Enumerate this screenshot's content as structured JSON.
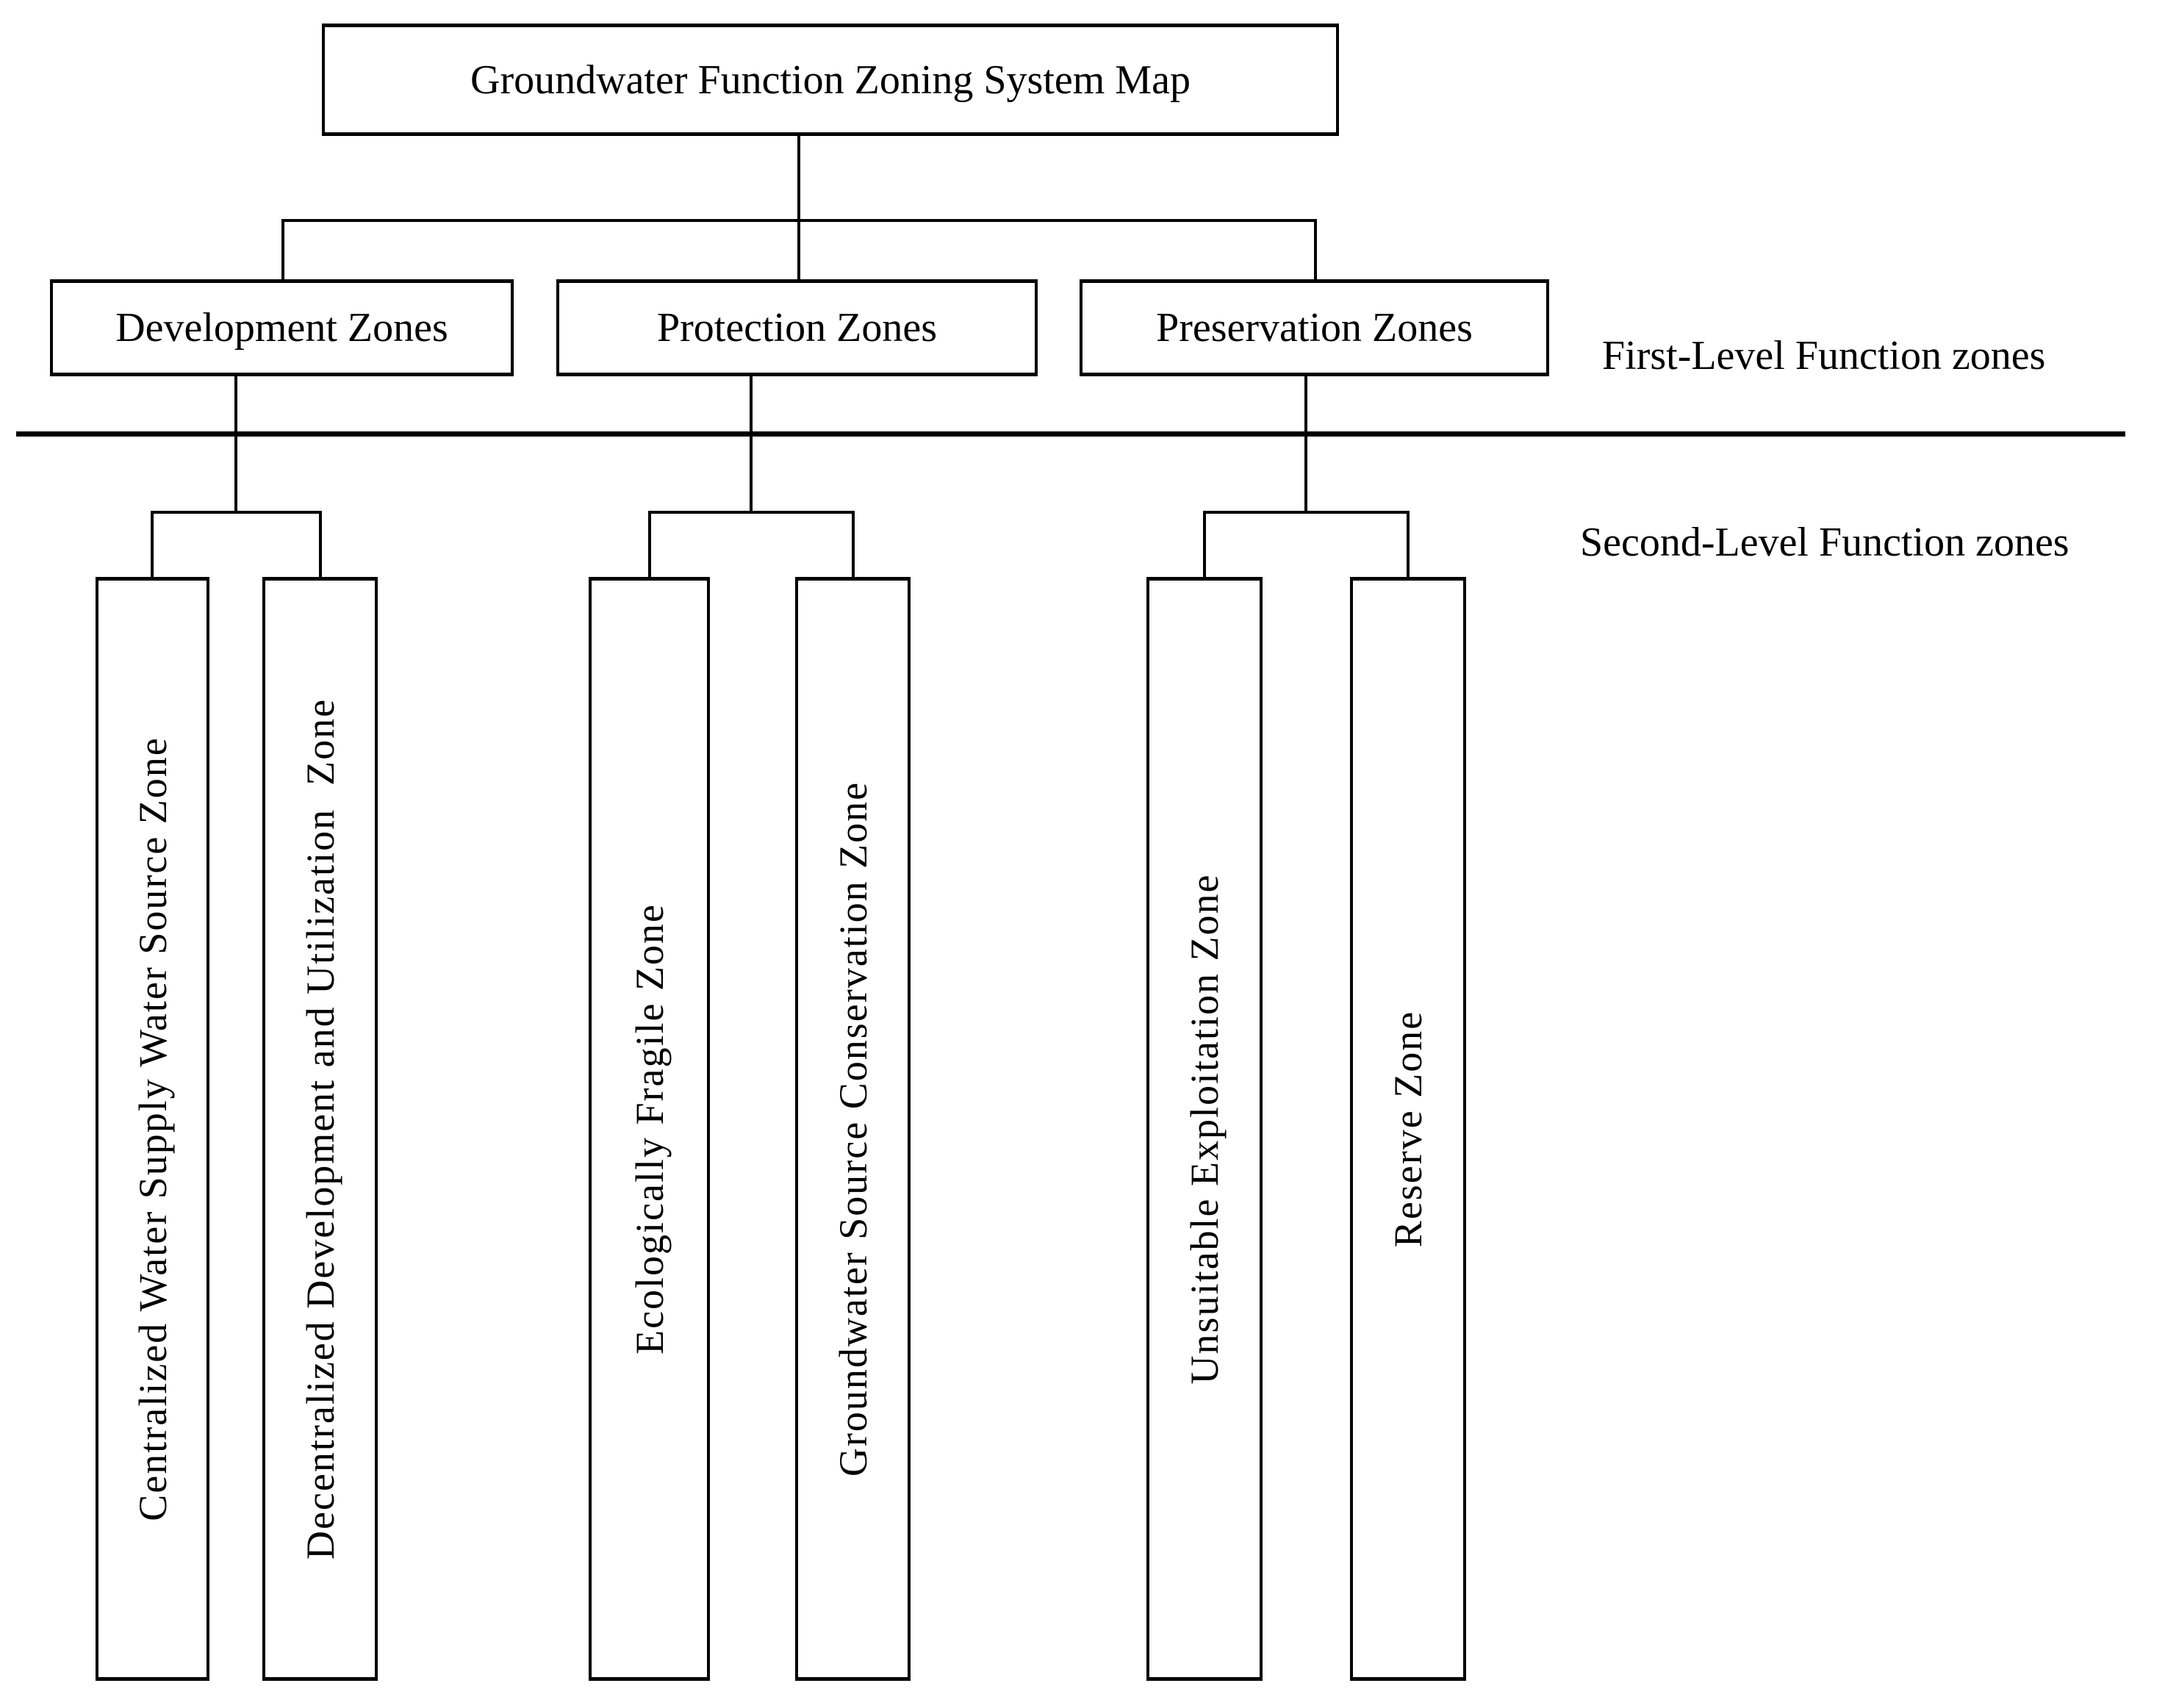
{
  "diagram": {
    "title": "Groundwater Function Zoning System Map",
    "level1_zones": [
      {
        "label": "Development Zones"
      },
      {
        "label": "Protection Zones"
      },
      {
        "label": "Preservation Zones"
      }
    ],
    "level2_zones": [
      {
        "label": "Centralized Water Supply Water Source Zone",
        "parent": "Development Zones"
      },
      {
        "label": "Decentralized Development and Utilization  Zone",
        "parent": "Development Zones"
      },
      {
        "label": "Ecologically Fragile Zone",
        "parent": "Protection Zones"
      },
      {
        "label": "Groundwater Source Conservation Zone",
        "parent": "Protection Zones"
      },
      {
        "label": "Unsuitable Exploitation Zone",
        "parent": "Preservation Zones"
      },
      {
        "label": "Reserve Zone",
        "parent": "Preservation Zones"
      }
    ],
    "annotations": {
      "first_level": "First-Level Function zones",
      "second_level": "Second-Level Function zones"
    },
    "colors": {
      "line": "#000000",
      "background": "#ffffff",
      "text": "#000000"
    }
  }
}
